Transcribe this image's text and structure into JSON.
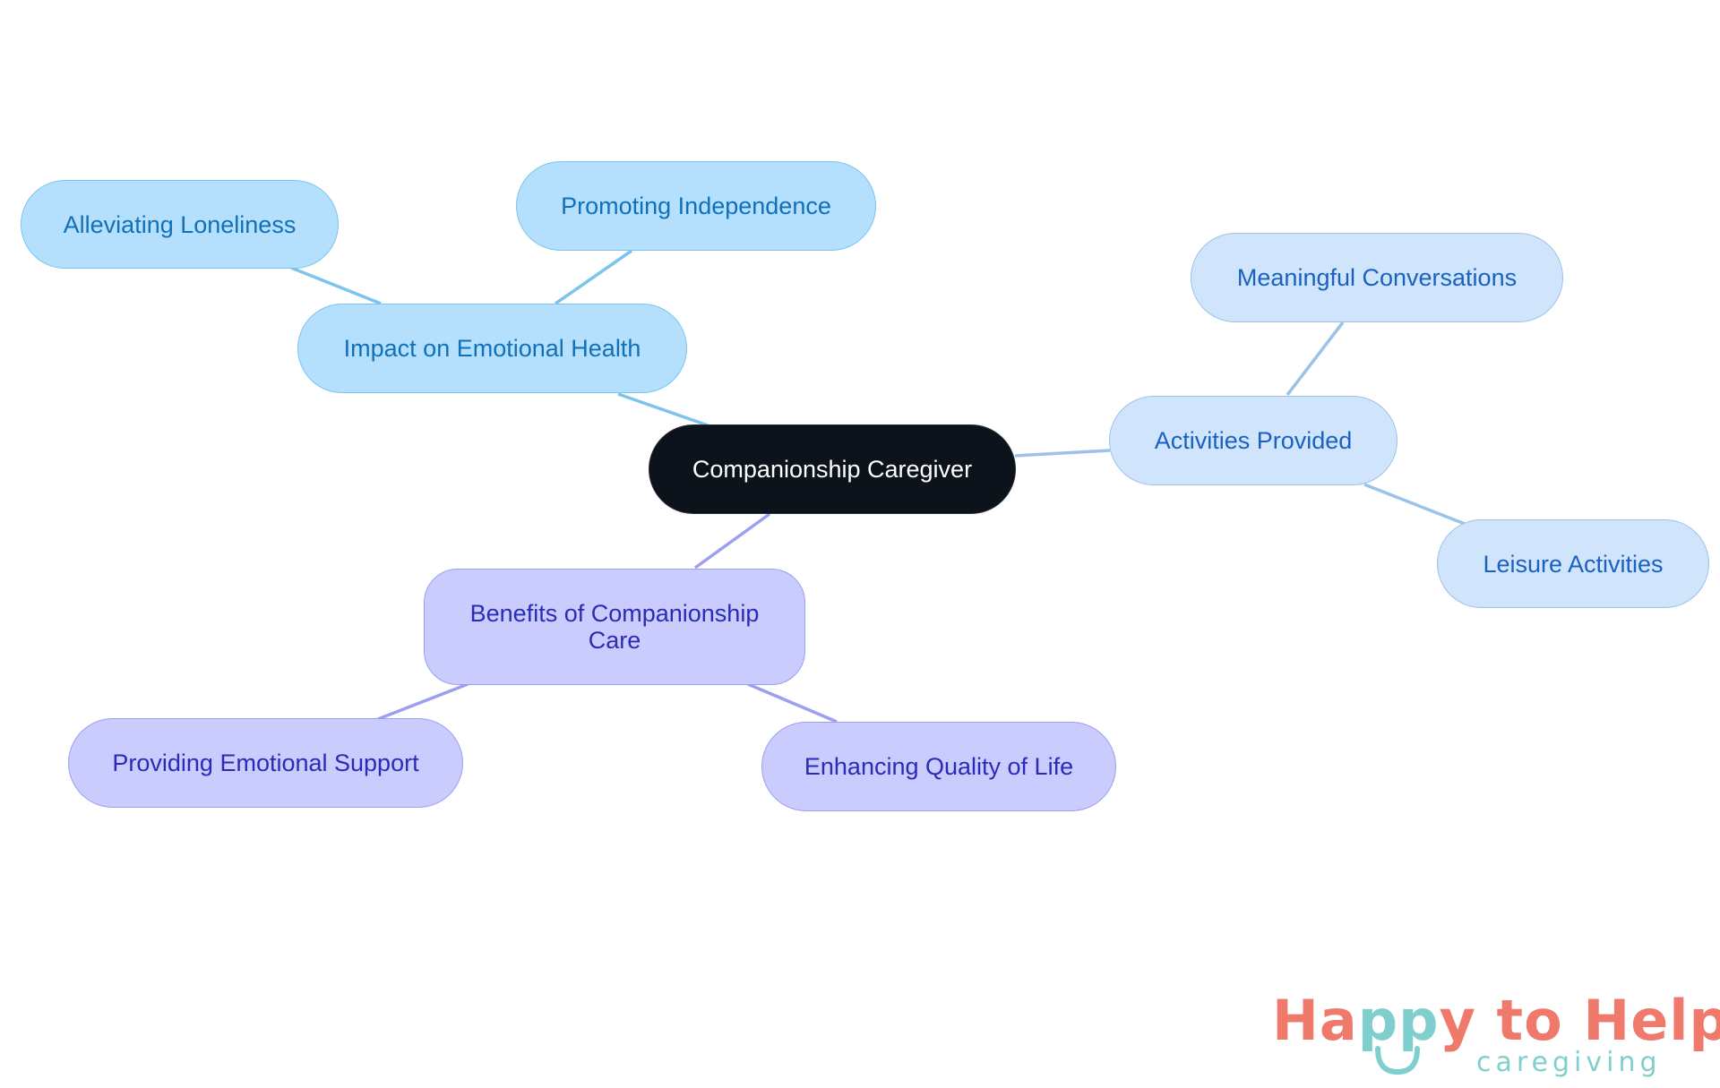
{
  "diagram": {
    "root": {
      "label": "Companionship Caregiver"
    },
    "branches": [
      {
        "label": "Impact on Emotional Health",
        "children": [
          "Alleviating Loneliness",
          "Promoting Independence"
        ]
      },
      {
        "label": "Activities Provided",
        "children": [
          "Meaningful Conversations",
          "Leisure Activities"
        ]
      },
      {
        "label": "Benefits of Companionship Care",
        "children": [
          "Providing Emotional Support",
          "Enhancing Quality of Life"
        ]
      }
    ]
  },
  "logo": {
    "text": "Happy to Help caregiving"
  },
  "colors": {
    "root_fill": "#0d131a",
    "cyan_fill": "#b4e0fd",
    "cyan_text": "#1170b8",
    "cyan_edge": "#7cc3ee",
    "blue_fill": "#d0e4fb",
    "blue_text": "#1a62c2",
    "blue_edge": "#9cc2ea",
    "purple_fill": "#c9ccfc",
    "purple_text": "#2a2bb8",
    "purple_edge": "#9c9ff0",
    "logo_red": "#ef7a6c",
    "logo_teal": "#7fcfcf"
  }
}
